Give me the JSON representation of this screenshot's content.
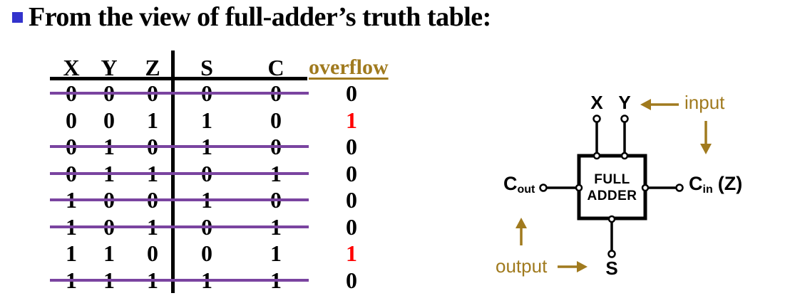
{
  "colors": {
    "background": "#FFFFFF",
    "ink": "#000000",
    "bullet_blue": "#3333CC",
    "strike_purple": "#7A44A0",
    "overflow_red": "#FF0000",
    "accent_gold": "#A07A1E"
  },
  "title": {
    "text": "From the view of full-adder’s truth table:"
  },
  "truth_table": {
    "headers": {
      "x": "X",
      "y": "Y",
      "z": "Z",
      "s": "S",
      "c": "C",
      "overflow": "overflow"
    },
    "rows": [
      {
        "x": "0",
        "y": "0",
        "z": "0",
        "s": "0",
        "c": "0",
        "overflow": "0",
        "struck": true,
        "overflow_color": "#000000"
      },
      {
        "x": "0",
        "y": "0",
        "z": "1",
        "s": "1",
        "c": "0",
        "overflow": "1",
        "struck": false,
        "overflow_color": "#FF0000"
      },
      {
        "x": "0",
        "y": "1",
        "z": "0",
        "s": "1",
        "c": "0",
        "overflow": "0",
        "struck": true,
        "overflow_color": "#000000"
      },
      {
        "x": "0",
        "y": "1",
        "z": "1",
        "s": "0",
        "c": "1",
        "overflow": "0",
        "struck": true,
        "overflow_color": "#000000"
      },
      {
        "x": "1",
        "y": "0",
        "z": "0",
        "s": "1",
        "c": "0",
        "overflow": "0",
        "struck": true,
        "overflow_color": "#000000"
      },
      {
        "x": "1",
        "y": "0",
        "z": "1",
        "s": "0",
        "c": "1",
        "overflow": "0",
        "struck": true,
        "overflow_color": "#000000"
      },
      {
        "x": "1",
        "y": "1",
        "z": "0",
        "s": "0",
        "c": "1",
        "overflow": "1",
        "struck": false,
        "overflow_color": "#FF0000"
      },
      {
        "x": "1",
        "y": "1",
        "z": "1",
        "s": "1",
        "c": "1",
        "overflow": "0",
        "struck": true,
        "overflow_color": "#000000"
      }
    ]
  },
  "diagram": {
    "box_line1": "FULL",
    "box_line2": "ADDER",
    "x_label": "X",
    "y_label": "Y",
    "cout_main": "C",
    "cout_sub": "out",
    "cin_main": "C",
    "cin_sub": "in",
    "cin_suffix": "(Z)",
    "s_label": "S",
    "input_annotation": "input",
    "output_annotation": "output"
  }
}
